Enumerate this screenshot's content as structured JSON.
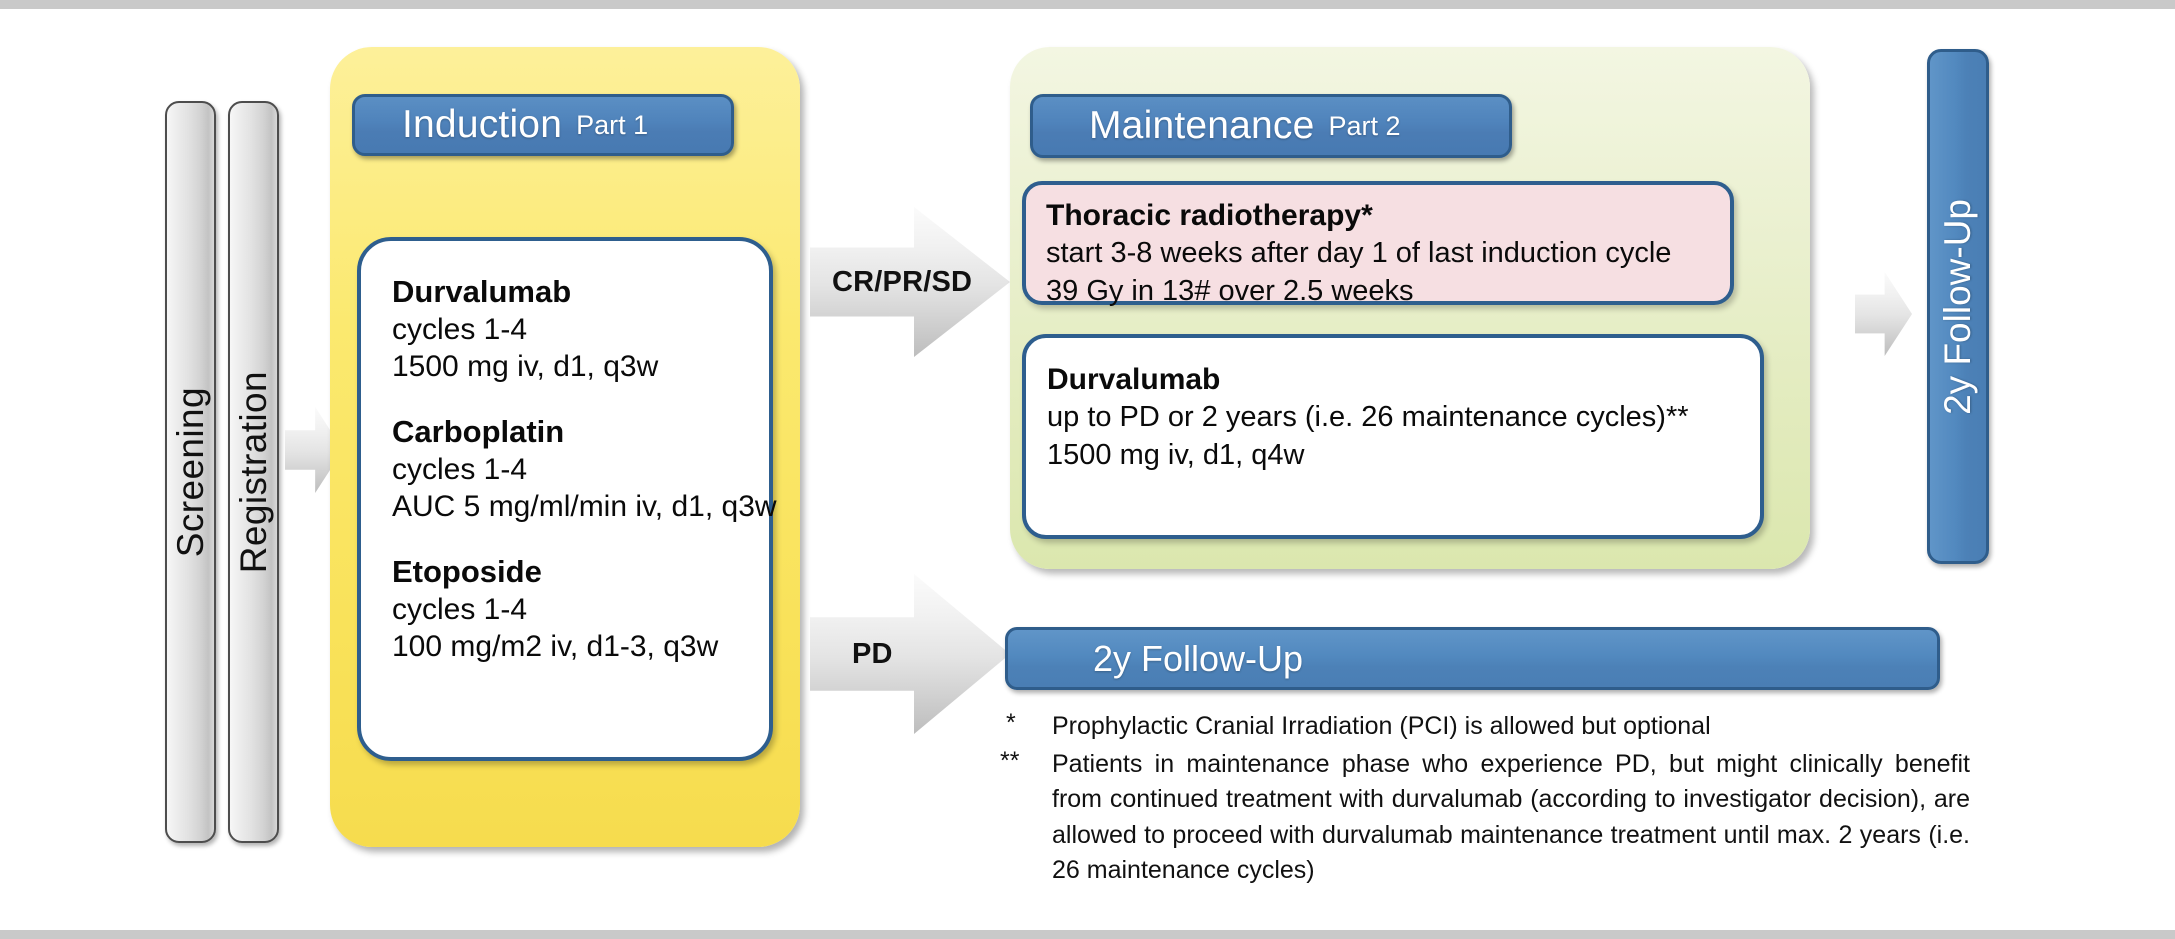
{
  "diagram": {
    "title": "Clinical trial treatment schema",
    "colors": {
      "induction_panel": "#f9e25a",
      "maintenance_panel": "#e4ecc2",
      "pill_blue": "#4f83bb",
      "border_blue": "#2e5e8e",
      "radiotherapy_pink": "#f6dfe2",
      "arrow_grey": "#e0e0e0",
      "frame_grey": "#c9c9c9"
    }
  },
  "pillars": [
    {
      "label": "Screening"
    },
    {
      "label": "Registration"
    }
  ],
  "arrows": [
    {
      "name": "screening-to-induction",
      "label": ""
    },
    {
      "name": "cr-pr-sd",
      "label": "CR/PR/SD"
    },
    {
      "name": "pd",
      "label": "PD"
    },
    {
      "name": "maintenance-to-followup",
      "label": ""
    }
  ],
  "induction": {
    "title": "Induction",
    "part": "Part 1",
    "drugs": [
      {
        "name": "Durvalumab",
        "lines": [
          "cycles 1-4",
          "1500 mg  iv, d1, q3w"
        ]
      },
      {
        "name": "Carboplatin",
        "lines": [
          "cycles 1-4",
          "AUC  5 mg/ml/min  iv, d1, q3w"
        ]
      },
      {
        "name": "Etoposide",
        "lines": [
          "cycles 1-4",
          "100 mg/m2  iv, d1-3, q3w"
        ]
      }
    ]
  },
  "maintenance": {
    "title": "Maintenance",
    "part": "Part 2",
    "radiotherapy": {
      "name": "Thoracic radiotherapy*",
      "lines": [
        "start 3-8 weeks after day 1 of last induction  cycle",
        "39 Gy in 13# over 2.5 weeks"
      ]
    },
    "drug": {
      "name": "Durvalumab",
      "lines": [
        "up to PD or 2 years (i.e. 26 maintenance cycles)**",
        "1500 mg iv, d1, q4w"
      ]
    }
  },
  "followup": {
    "horizontal_label": "2y Follow-Up",
    "vertical_label": "2y Follow-Up"
  },
  "footnotes": [
    {
      "marker": "*",
      "text": "Prophylactic Cranial Irradiation (PCI) is allowed but optional"
    },
    {
      "marker": "**",
      "text": "Patients in maintenance phase who experience PD, but might clinically benefit from continued treatment with durvalumab (according to investigator decision), are allowed to proceed with durvalumab maintenance treatment until max. 2 years (i.e. 26 maintenance cycles)"
    }
  ]
}
